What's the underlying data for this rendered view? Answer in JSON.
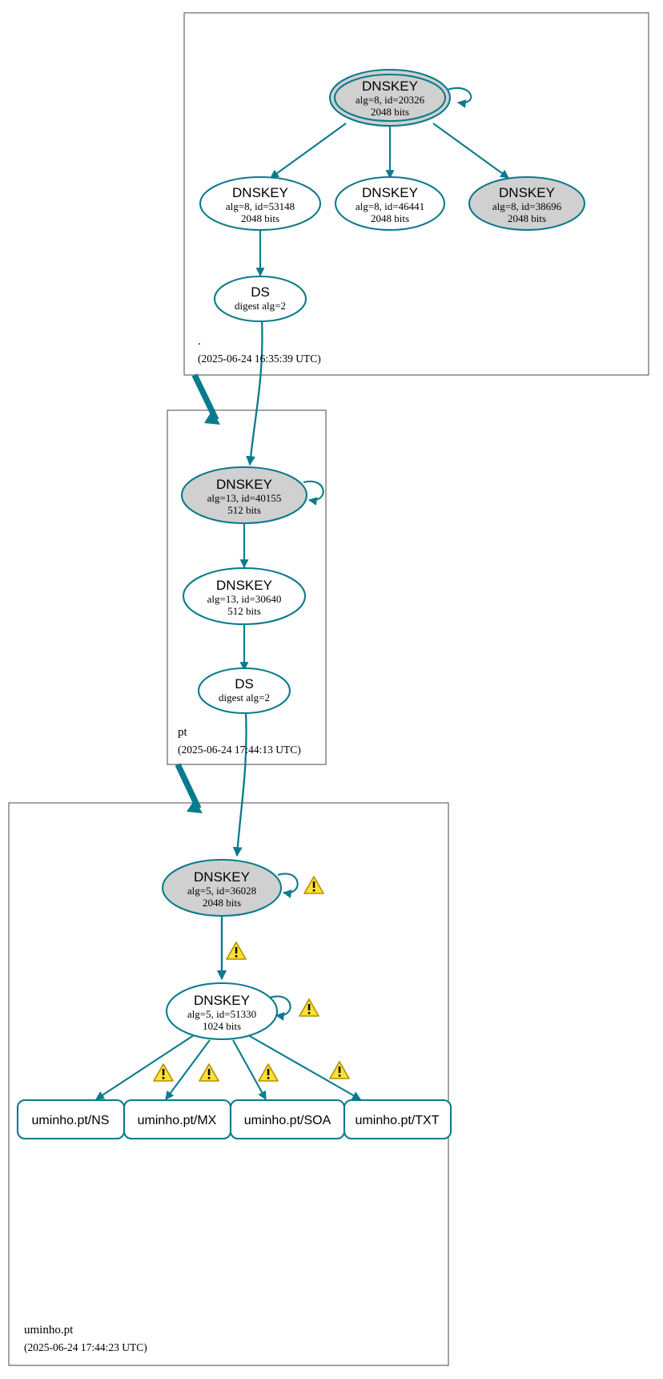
{
  "diagram": {
    "type": "dnssec-authentication-chain",
    "colors": {
      "edge": "#0a7b8c",
      "node_stroke": "#0a7b8c",
      "node_fill_secure": "#d0d0d0",
      "node_fill_plain": "#ffffff",
      "zone_border": "#666666",
      "warning_fill": "#ffe033",
      "warning_stroke": "#b38f00",
      "text": "#000000"
    }
  },
  "zones": [
    {
      "name": "root",
      "label": ".",
      "timestamp": "(2025-06-24 16:35:39 UTC)",
      "nodes": [
        {
          "id": "root-ksk",
          "kind": "DNSKEY",
          "title": "DNSKEY",
          "line2": "alg=8, id=20326",
          "line3": "2048 bits",
          "shaded": true,
          "double_ring": true,
          "self_loop": true,
          "warning": false
        },
        {
          "id": "root-zsk-53148",
          "kind": "DNSKEY",
          "title": "DNSKEY",
          "line2": "alg=8, id=53148",
          "line3": "2048 bits",
          "shaded": false,
          "double_ring": false,
          "self_loop": false,
          "warning": false
        },
        {
          "id": "root-zsk-46441",
          "kind": "DNSKEY",
          "title": "DNSKEY",
          "line2": "alg=8, id=46441",
          "line3": "2048 bits",
          "shaded": false,
          "double_ring": false,
          "self_loop": false,
          "warning": false
        },
        {
          "id": "root-zsk-38696",
          "kind": "DNSKEY",
          "title": "DNSKEY",
          "line2": "alg=8, id=38696",
          "line3": "2048 bits",
          "shaded": true,
          "double_ring": false,
          "self_loop": false,
          "warning": false
        },
        {
          "id": "root-ds",
          "kind": "DS",
          "title": "DS",
          "line2": "digest alg=2",
          "line3": "",
          "shaded": false,
          "double_ring": false,
          "self_loop": false,
          "warning": false
        }
      ]
    },
    {
      "name": "pt",
      "label": "pt",
      "timestamp": "(2025-06-24 17:44:13 UTC)",
      "nodes": [
        {
          "id": "pt-ksk",
          "kind": "DNSKEY",
          "title": "DNSKEY",
          "line2": "alg=13, id=40155",
          "line3": "512 bits",
          "shaded": true,
          "double_ring": false,
          "self_loop": true,
          "warning": false
        },
        {
          "id": "pt-zsk",
          "kind": "DNSKEY",
          "title": "DNSKEY",
          "line2": "alg=13, id=30640",
          "line3": "512 bits",
          "shaded": false,
          "double_ring": false,
          "self_loop": false,
          "warning": false
        },
        {
          "id": "pt-ds",
          "kind": "DS",
          "title": "DS",
          "line2": "digest alg=2",
          "line3": "",
          "shaded": false,
          "double_ring": false,
          "self_loop": false,
          "warning": false
        }
      ]
    },
    {
      "name": "uminho.pt",
      "label": "uminho.pt",
      "timestamp": "(2025-06-24 17:44:23 UTC)",
      "nodes": [
        {
          "id": "uminho-ksk",
          "kind": "DNSKEY",
          "title": "DNSKEY",
          "line2": "alg=5, id=36028",
          "line3": "2048 bits",
          "shaded": true,
          "double_ring": false,
          "self_loop": true,
          "warning": true
        },
        {
          "id": "uminho-zsk",
          "kind": "DNSKEY",
          "title": "DNSKEY",
          "line2": "alg=5, id=51330",
          "line3": "1024 bits",
          "shaded": false,
          "double_ring": false,
          "self_loop": true,
          "warning": true
        }
      ],
      "rrsets": [
        {
          "id": "rr-ns",
          "label": "uminho.pt/NS",
          "warning": true
        },
        {
          "id": "rr-mx",
          "label": "uminho.pt/MX",
          "warning": true
        },
        {
          "id": "rr-soa",
          "label": "uminho.pt/SOA",
          "warning": true
        },
        {
          "id": "rr-txt",
          "label": "uminho.pt/TXT",
          "warning": true
        }
      ]
    }
  ],
  "warning_icon": {
    "name": "warning-triangle-icon",
    "glyph": "!"
  },
  "edges": [
    {
      "from": "root-ksk",
      "to": "root-zsk-53148"
    },
    {
      "from": "root-ksk",
      "to": "root-zsk-46441"
    },
    {
      "from": "root-ksk",
      "to": "root-zsk-38696"
    },
    {
      "from": "root-zsk-53148",
      "to": "root-ds"
    },
    {
      "from": "root-ds",
      "to": "pt-ksk"
    },
    {
      "from": "pt-ksk",
      "to": "pt-zsk"
    },
    {
      "from": "pt-zsk",
      "to": "pt-ds"
    },
    {
      "from": "pt-ds",
      "to": "uminho-ksk"
    },
    {
      "from": "uminho-ksk",
      "to": "uminho-zsk"
    },
    {
      "from": "uminho-zsk",
      "to": "rr-ns"
    },
    {
      "from": "uminho-zsk",
      "to": "rr-mx"
    },
    {
      "from": "uminho-zsk",
      "to": "rr-soa"
    },
    {
      "from": "uminho-zsk",
      "to": "rr-txt"
    },
    {
      "from": "root-zone",
      "to": "pt-zone"
    },
    {
      "from": "pt-zone",
      "to": "uminho-zone"
    }
  ]
}
